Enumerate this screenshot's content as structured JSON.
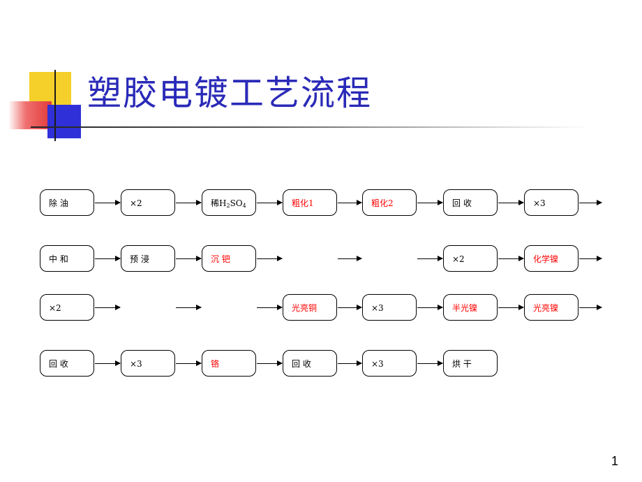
{
  "slide": {
    "title": "塑胶电镀工艺流程",
    "page_number": "1"
  },
  "steps": {
    "r1": [
      "除 油",
      "×2",
      "稀H2SO4",
      "粗化1",
      "粗化2",
      "回 收",
      "×3"
    ],
    "r2": [
      "中 和",
      "预 浸",
      "沉 钯",
      "×2",
      "化学镍"
    ],
    "r3": [
      "×2",
      "光亮铜",
      "×3",
      "半光镍",
      "光亮镍"
    ],
    "r4": [
      "回 收",
      "×3",
      "铬",
      "回 收",
      "×3",
      "烘 干"
    ]
  },
  "h2so4": {
    "prefix": "稀H",
    "sub1": "2",
    "mid": "SO",
    "sub2": "4"
  },
  "colors": {
    "title": "#2a2ab8",
    "highlight_step": "#ff0000",
    "normal_step": "#000000"
  }
}
